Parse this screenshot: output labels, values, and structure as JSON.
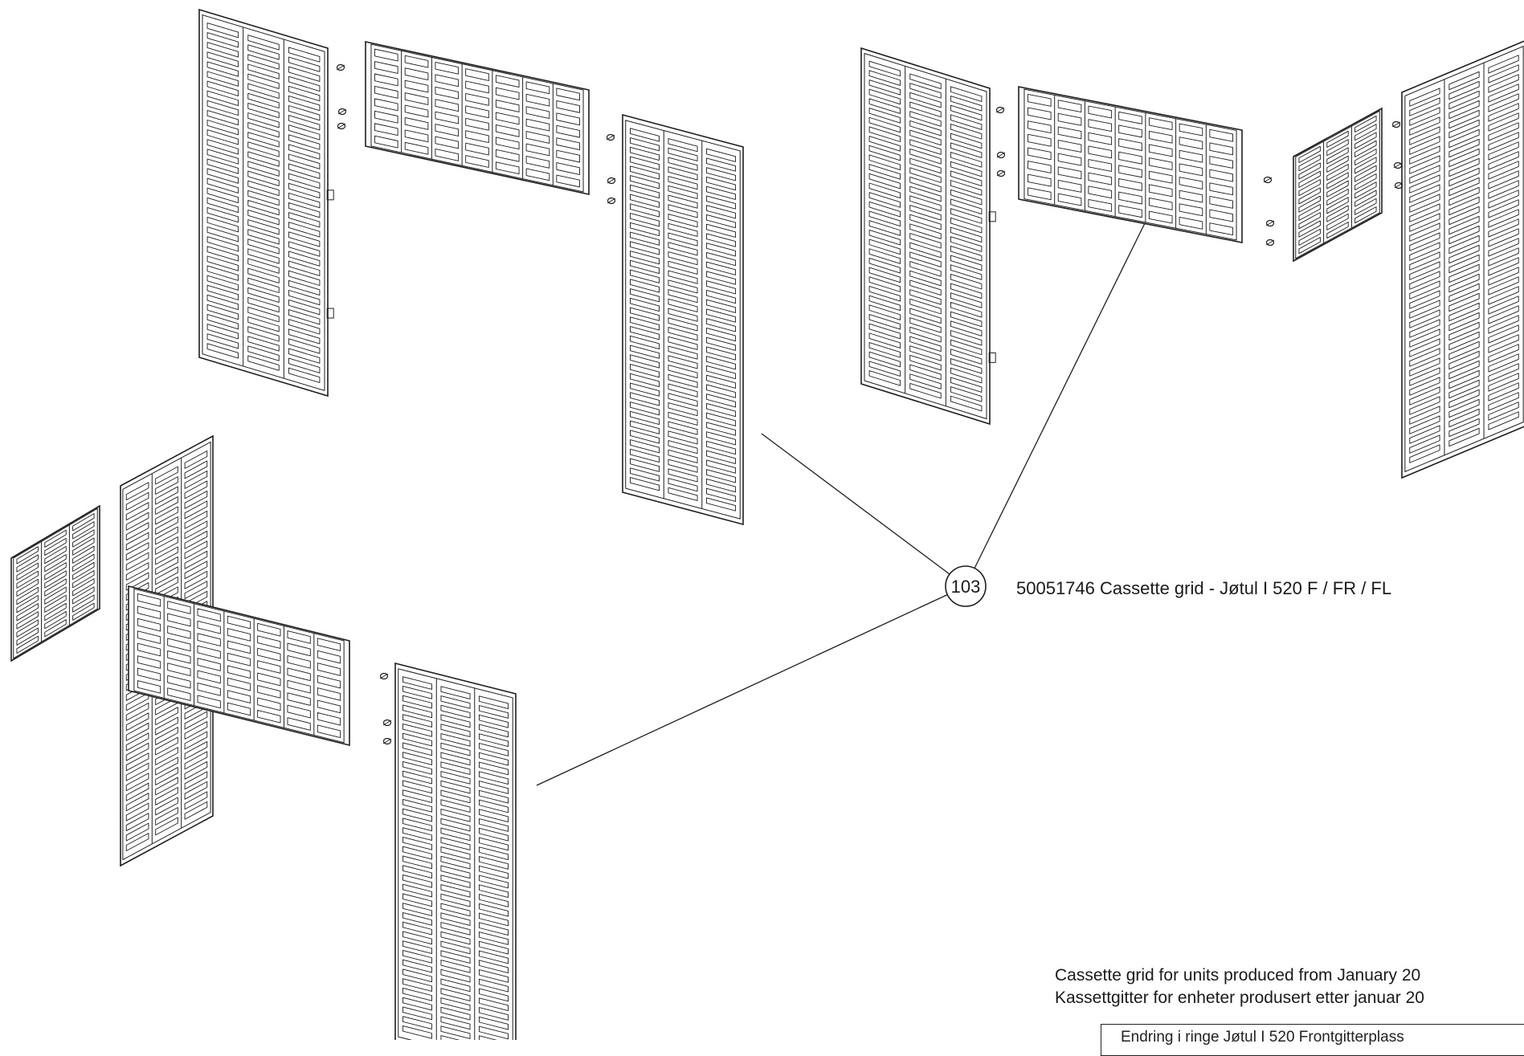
{
  "callout": {
    "number": "103"
  },
  "part_label": "50051746 Cassette grid - Jøtul I 520 F / FR / FL",
  "notes": {
    "english": "Cassette grid for units produced from January 20",
    "norwegian": "Kassettgitter for enheter produsert etter januar 20"
  },
  "clipped_box_text": "Endring i ringe Jøtul I 520 Frontgitterplass"
}
